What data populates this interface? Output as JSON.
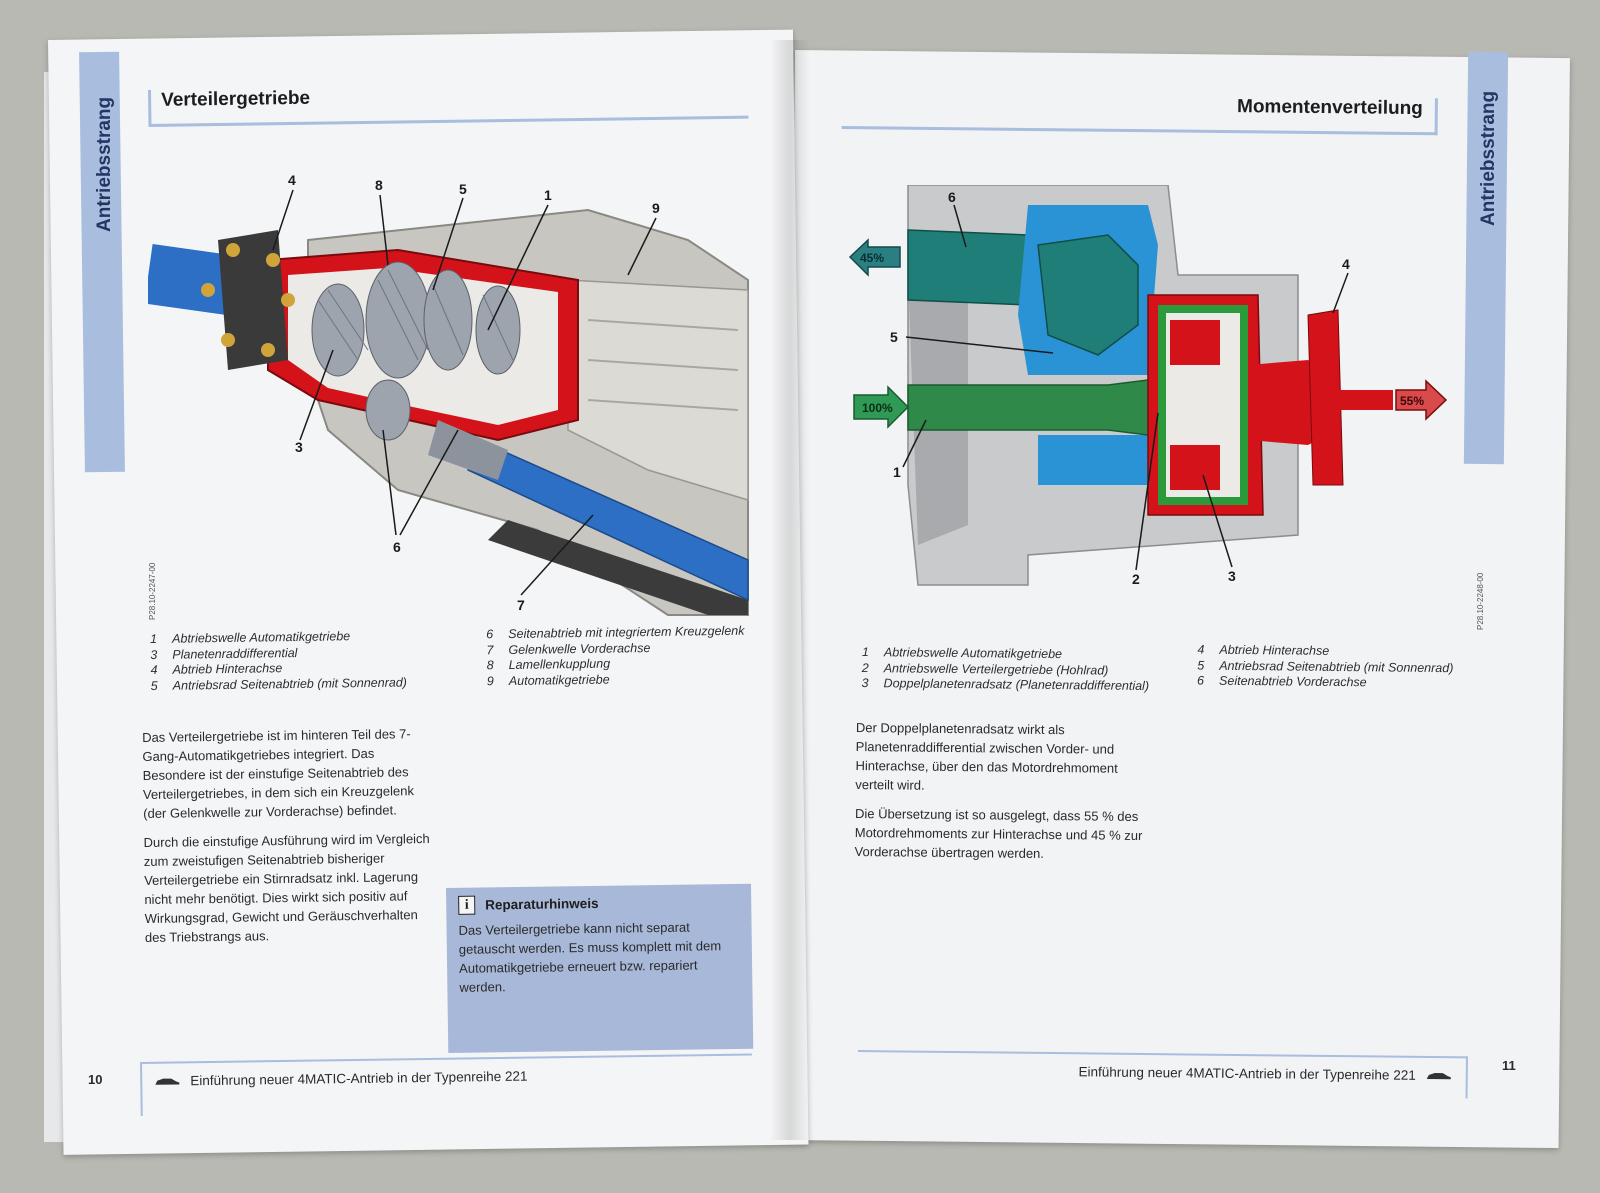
{
  "left_page": {
    "sidebar_label": "Antriebsstrang",
    "title": "Verteilergetriebe",
    "figure_callouts": [
      "4",
      "8",
      "5",
      "1",
      "9",
      "3",
      "6",
      "7"
    ],
    "figure_code": "P28.10-2247-00",
    "legend_col1": [
      {
        "num": "1",
        "text": "Abtriebswelle Automatikgetriebe"
      },
      {
        "num": "3",
        "text": "Planetenraddifferential"
      },
      {
        "num": "4",
        "text": "Abtrieb Hinterachse"
      },
      {
        "num": "5",
        "text": "Antriebsrad Seitenabtrieb (mit Sonnenrad)"
      }
    ],
    "legend_col2": [
      {
        "num": "6",
        "text": "Seitenabtrieb mit integriertem Kreuzgelenk"
      },
      {
        "num": "7",
        "text": "Gelenkwelle Vorderachse"
      },
      {
        "num": "8",
        "text": "Lamellenkupplung"
      },
      {
        "num": "9",
        "text": "Automatikgetriebe"
      }
    ],
    "paragraph1": "Das Verteilergetriebe ist im hinteren Teil des 7-Gang-Automatikgetriebes integriert. Das Besondere ist der einstufige Seitenabtrieb des Verteilergetriebes, in dem sich ein Kreuzgelenk (der Gelenkwelle zur Vorderachse) befindet.",
    "paragraph2": "Durch die einstufige Ausführung wird im Vergleich zum zweistufigen Seitenabtrieb bisheriger Verteilergetriebe ein Stirnradsatz inkl. Lagerung nicht mehr benötigt. Dies wirkt sich positiv auf Wirkungsgrad, Gewicht und Geräuschverhalten des Triebstrangs aus.",
    "note": {
      "icon": "info-icon",
      "icon_glyph": "i",
      "title": "Reparaturhinweis",
      "text": "Das Verteilergetriebe kann nicht separat getauscht werden. Es muss komplett mit dem Automatikgetriebe erneuert bzw. repariert werden."
    },
    "page_number": "10",
    "footer": "Einführung neuer 4MATIC-Antrieb in der Typenreihe 221"
  },
  "right_page": {
    "sidebar_label": "Antriebsstrang",
    "title": "Momentenverteilung",
    "figure_callouts": [
      "6",
      "5",
      "4",
      "1",
      "2",
      "3"
    ],
    "figure_code": "P28.10-2248-00",
    "arrows": {
      "front": "45%",
      "input": "100%",
      "rear": "55%"
    },
    "legend_col1": [
      {
        "num": "1",
        "text": "Abtriebswelle Automatikgetriebe"
      },
      {
        "num": "2",
        "text": "Antriebswelle Verteilergetriebe (Hohlrad)"
      },
      {
        "num": "3",
        "text": "Doppelplanetenradsatz (Planetenraddifferential)"
      }
    ],
    "legend_col2": [
      {
        "num": "4",
        "text": "Abtrieb Hinterachse"
      },
      {
        "num": "5",
        "text": "Antriebsrad Seitenabtrieb (mit Sonnenrad)"
      },
      {
        "num": "6",
        "text": "Seitenabtrieb Vorderachse"
      }
    ],
    "paragraph1": "Der Doppelplanetenradsatz wirkt als Planetenraddifferential zwischen Vorder- und Hinterachse, über den das Motordrehmoment verteilt wird.",
    "paragraph2": "Die Übersetzung ist so ausgelegt, dass 55 % des Motordrehmoments zur Hinterachse und 45 % zur Vorderachse übertragen werden.",
    "page_number": "11",
    "footer": "Einführung neuer 4MATIC-Antrieb in der Typenreihe 221"
  },
  "colors": {
    "sidebar_blue": "#a9bdde",
    "housing_red": "#d4121a",
    "shaft_blue": "#2d6fc4",
    "teal": "#1f7f78",
    "green": "#2a9a3a"
  }
}
